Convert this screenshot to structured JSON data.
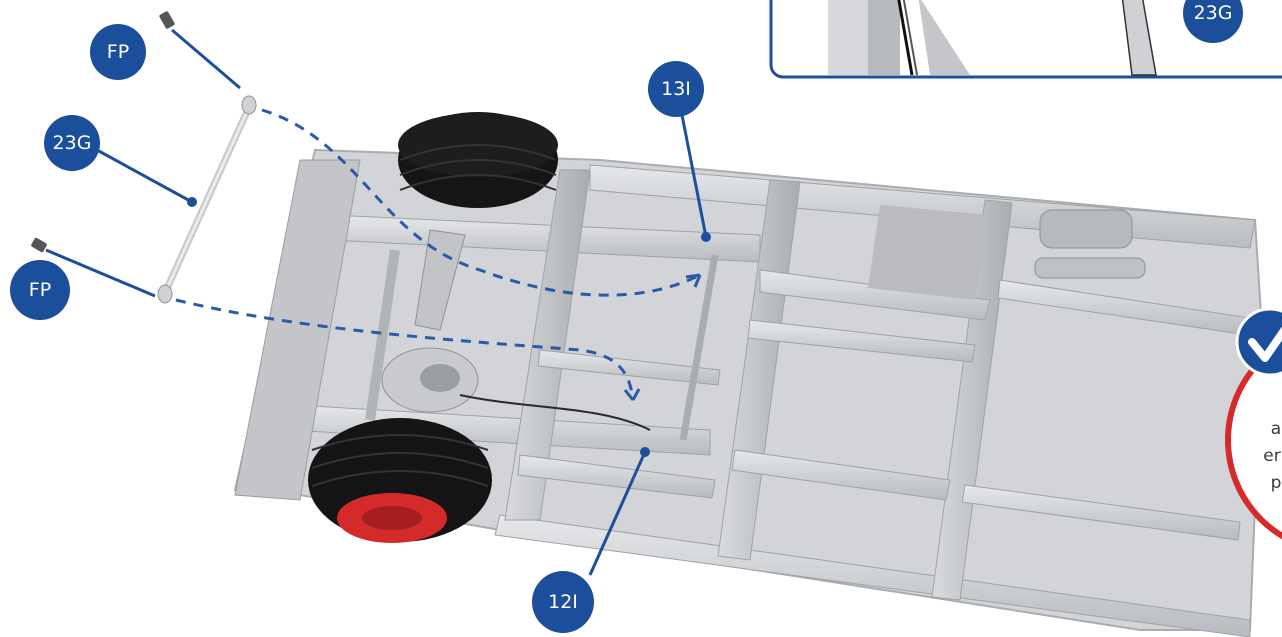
{
  "labels": {
    "fp_top": "FP",
    "bar_23g": "23G",
    "fp_bottom": "FP",
    "part_13i": "13I",
    "part_12i": "12I",
    "inset_23g": "23G"
  },
  "note": {
    "line1": "a",
    "line2": "er",
    "line3": "p"
  },
  "colors": {
    "badge": "#1b4f9c",
    "leader": "#1b4f9c",
    "dashed_path": "#2a5aa8",
    "inset_border": "#1b4f9c",
    "note_ring": "#d52b2b",
    "frame": "#c9ccd0",
    "tire": "#151515",
    "rim": "#d42a2a"
  },
  "icons": {
    "check": "checkmark-icon"
  }
}
